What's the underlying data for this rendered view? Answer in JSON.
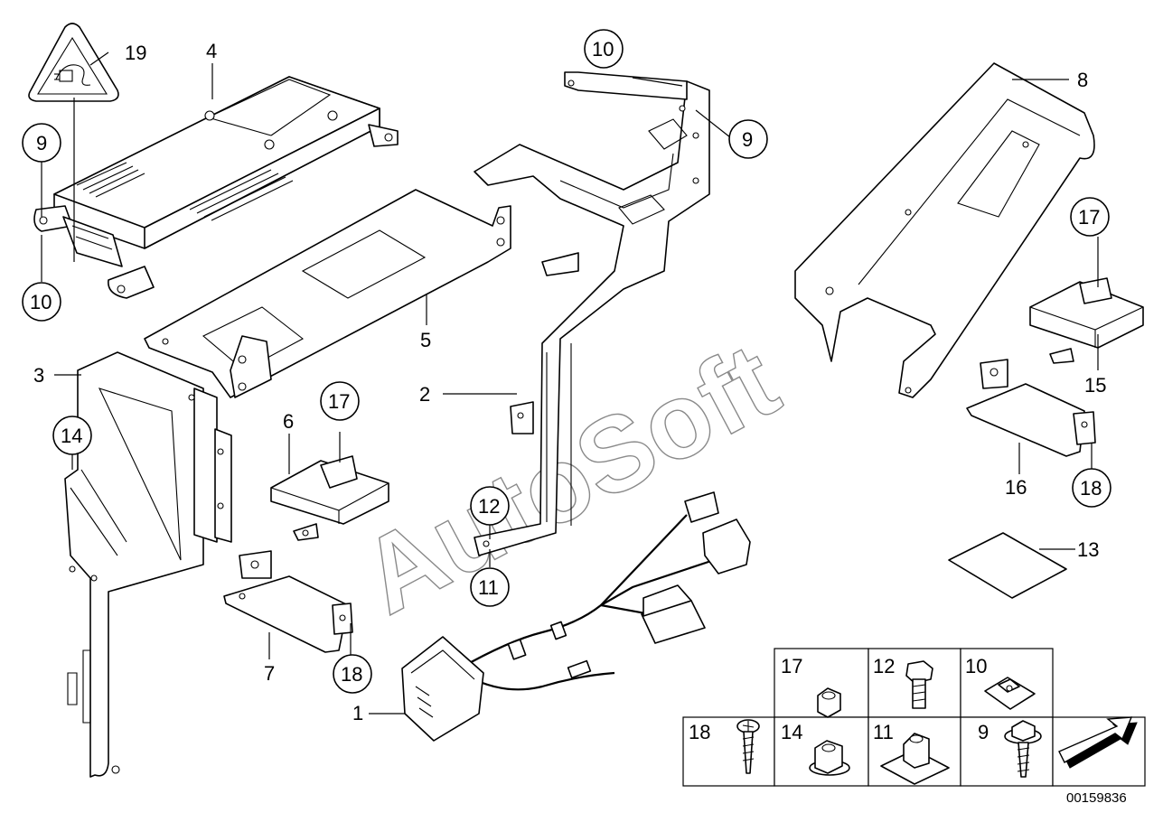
{
  "watermark": "AutoSoft",
  "document_number": "00159836",
  "callouts": {
    "c1": "1",
    "c2": "2",
    "c3": "3",
    "c4": "4",
    "c5": "5",
    "c6": "6",
    "c7": "7",
    "c8": "8",
    "c9a": "9",
    "c9b": "9",
    "c10a": "10",
    "c10b": "10",
    "c11": "11",
    "c12": "12",
    "c13": "13",
    "c14": "14",
    "c15": "15",
    "c16": "16",
    "c17a": "17",
    "c17b": "17",
    "c18a": "18",
    "c18b": "18",
    "c19": "19"
  },
  "hardware_table": {
    "row1": [
      "17",
      "12",
      "10"
    ],
    "row2": [
      "18",
      "14",
      "11",
      "9"
    ]
  }
}
